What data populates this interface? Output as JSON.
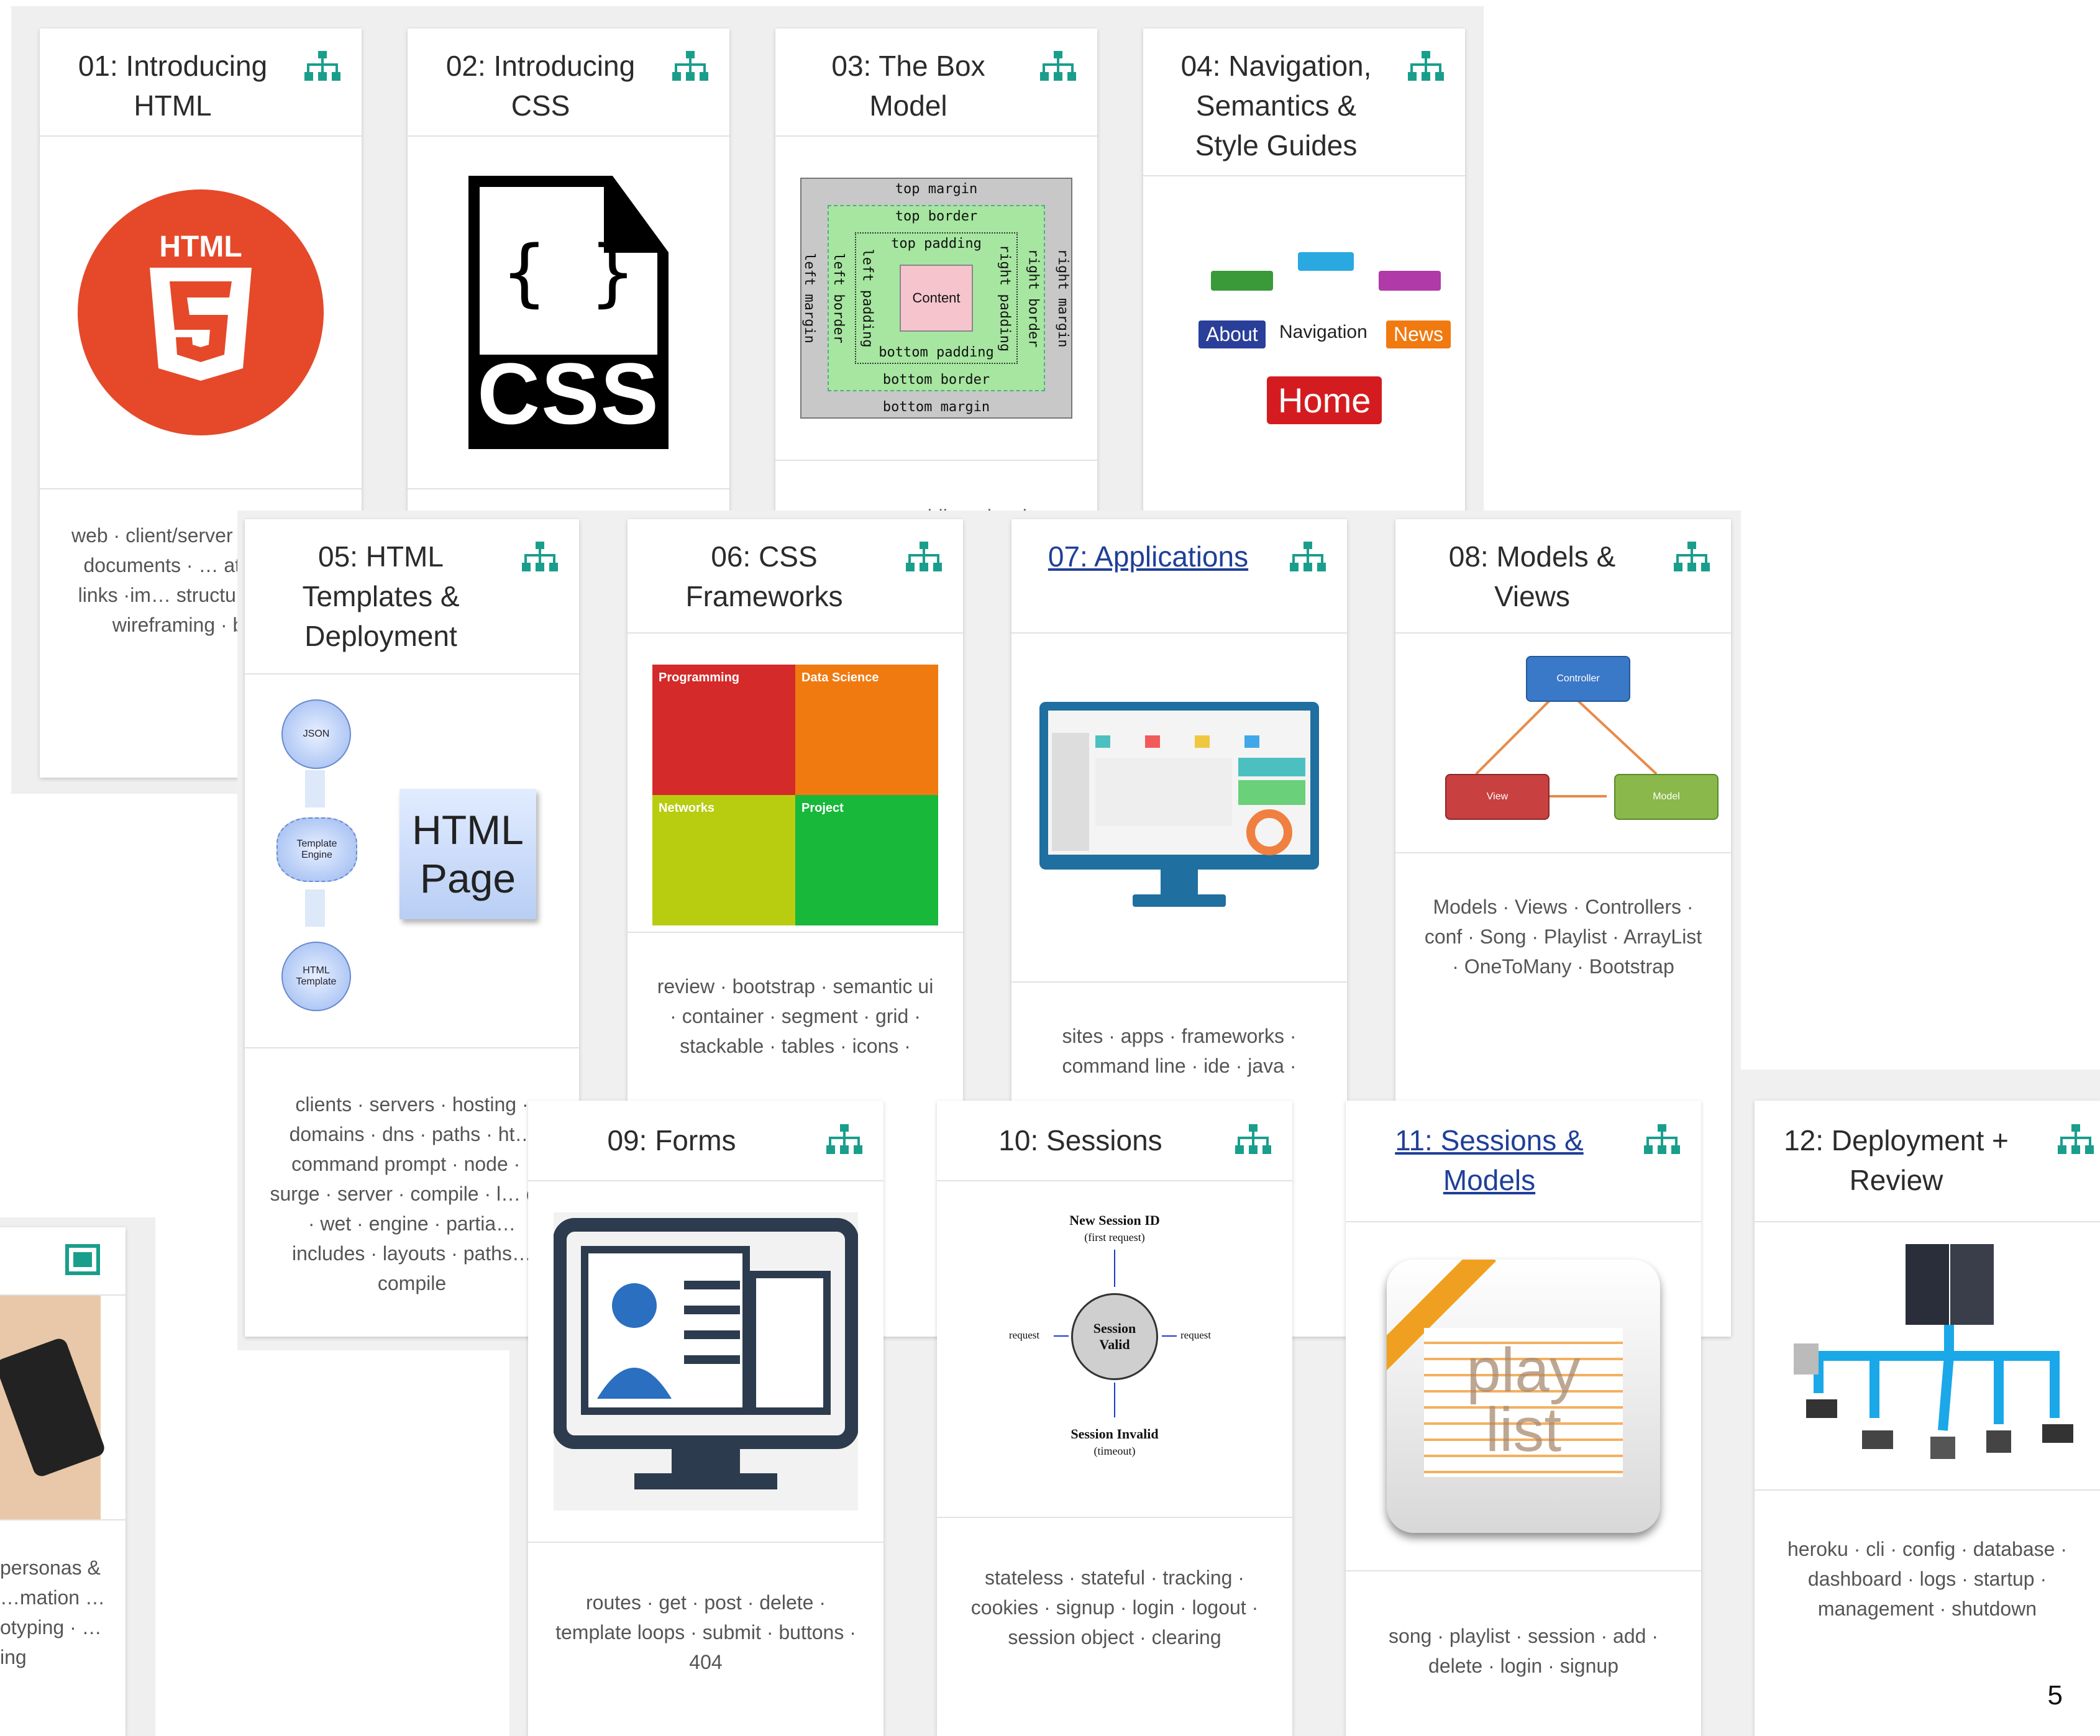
{
  "page_number": "5",
  "colors": {
    "accent_teal": "#1a9e8c",
    "title_text": "#2b2b2b",
    "link_blue": "#1f3f99",
    "tag_text": "#555555"
  },
  "cards": {
    "c01": {
      "title": "01: Introducing HTML",
      "tags": "web · client/server · i… html · documents · … attributes · links ·im… structure · nes… wireframing · bloc…",
      "icon": "sitemap-icon"
    },
    "c02": {
      "title": "02: Introducing CSS",
      "tags": "",
      "icon": "sitemap-icon",
      "logo_text": "CSS",
      "logo_braces": "{ }"
    },
    "c03": {
      "title": "03: The Box Model",
      "tags": "content · padding · border ·",
      "icon": "sitemap-icon",
      "box": {
        "top_margin": "top margin",
        "top_border": "top border",
        "top_padding": "top padding",
        "content": "Content",
        "bottom_padding": "bottom padding",
        "bottom_border": "bottom border",
        "bottom_margin": "bottom margin",
        "left_margin": "left margin",
        "left_border": "left border",
        "left_padding": "left padding",
        "right_padding": "right padding",
        "right_border": "right border",
        "right_margin": "right margin"
      }
    },
    "c04": {
      "title": "04: Navigation, Semantics & Style Guides",
      "icon": "sitemap-icon",
      "nav": {
        "about": "About",
        "navigation": "Navigation",
        "news": "News",
        "home": "Home"
      }
    },
    "c05": {
      "title": "05: HTML Templates & Deployment",
      "icon": "sitemap-icon",
      "tags": "clients · servers · hosting · domains · dns · paths · ht… command prompt · node · · surge · server · compile · l… dry · wet · engine · partia… includes · layouts · paths… compile",
      "diagram": {
        "json": "JSON",
        "engine": "Template Engine",
        "template": "HTML Template",
        "page": "HTML Page"
      }
    },
    "c06": {
      "title": "06: CSS Frameworks",
      "icon": "sitemap-icon",
      "tags": "review · bootstrap · semantic ui · container · segment · grid · stackable · tables · icons ·",
      "tiles": {
        "programming": "Programming",
        "data_science": "Data Science",
        "networks": "Networks",
        "project": "Project"
      }
    },
    "c07": {
      "title": "07: Applications",
      "icon": "sitemap-icon",
      "tags": "sites · apps · frameworks · command line · ide · java ·"
    },
    "c08": {
      "title": "08: Models & Views",
      "icon": "sitemap-icon",
      "tags": "Models · Views · Controllers · conf · Song · Playlist · ArrayList · OneToMany · Bootstrap",
      "mvc": {
        "controller": "Controller",
        "view": "View",
        "model": "Model"
      }
    },
    "c09": {
      "title": "09: Forms",
      "icon": "sitemap-icon",
      "tags": "routes · get · post · delete · template loops · submit · buttons · 404"
    },
    "c10": {
      "title": "10: Sessions",
      "icon": "sitemap-icon",
      "tags": "stateless · stateful · tracking · cookies · signup · login · logout · session object · clearing",
      "diagram": {
        "new_id": "New Session ID",
        "first": "(first request)",
        "valid": "Session Valid",
        "request": "request",
        "invalid": "Session Invalid",
        "timeout": "(timeout)"
      }
    },
    "c11": {
      "title": "11: Sessions & Models",
      "icon": "sitemap-icon",
      "tags": "song · playlist · session · add · delete · login · signup",
      "logo": "play list"
    },
    "c12": {
      "title": "12: Deployment + Review",
      "icon": "sitemap-icon",
      "tags": "heroku · cli · config · database · dashboard · logs · startup · management · shutdown"
    },
    "partial": {
      "icon": "frame-icon",
      "tags": "personas & …mation …otyping · …ing"
    }
  }
}
